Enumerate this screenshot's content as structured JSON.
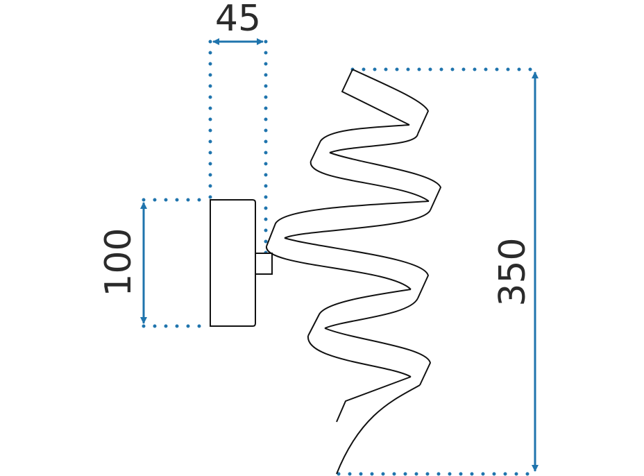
{
  "colors": {
    "dimension": "#1f74ad",
    "outline": "#111111"
  },
  "dimensions": {
    "depth": "45",
    "mount_height": "100",
    "total_height": "350"
  }
}
